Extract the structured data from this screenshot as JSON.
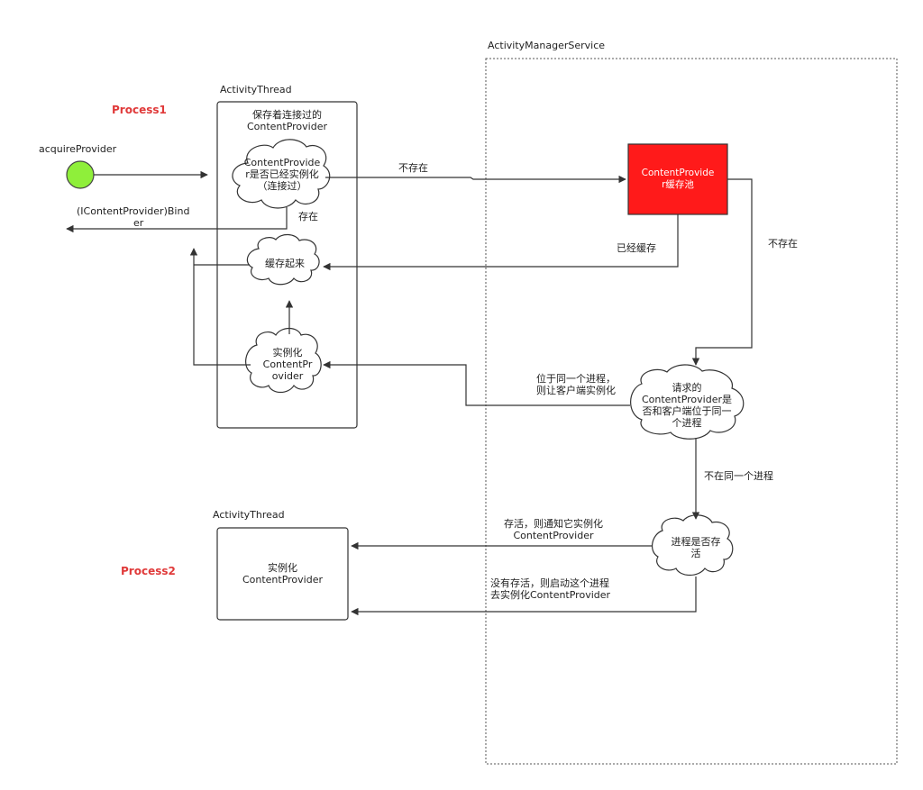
{
  "labels": {
    "ams_title": "ActivityManagerService",
    "activity_thread_1": "ActivityThread",
    "activity_thread_2": "ActivityThread",
    "process1": "Process1",
    "process2": "Process2",
    "acquire_provider": "acquireProvider",
    "binder_return": [
      "(IContentProvider)Bind",
      "er"
    ],
    "thread1_caption": [
      "保存着连接过的",
      "ContentProvider"
    ],
    "cloud_check_connected": [
      "ContentProvide",
      "r是否已经实例化",
      "（连接过）"
    ],
    "cloud_cache": "缓存起来",
    "cloud_instantiate": [
      "实例化",
      "ContentPr",
      "ovider"
    ],
    "cache_pool": [
      "ContentProvide",
      "r缓存池"
    ],
    "cloud_same_process": [
      "请求的",
      "ContentProvider是",
      "否和客户端位于同一",
      "个进程"
    ],
    "cloud_process_alive": [
      "进程是否存",
      "活"
    ],
    "process2_box": [
      "实例化",
      "ContentProvider"
    ],
    "edge_not_exist_1": "不存在",
    "edge_exist": "存在",
    "edge_cached": "已经缓存",
    "edge_not_exist_2": "不存在",
    "edge_same_process": [
      "位于同一个进程，",
      "则让客户端实例化"
    ],
    "edge_not_same_process": "不在同一个进程",
    "edge_alive": [
      "存活，则通知它实例化",
      "ContentProvider"
    ],
    "edge_not_alive": [
      "没有存活，则启动这个进程",
      "去实例化ContentProvider"
    ]
  },
  "colors": {
    "start_node": "#8fef3a",
    "cache_pool": "#ff1a1a",
    "process_label": "#e03a3a",
    "line": "#333333"
  }
}
